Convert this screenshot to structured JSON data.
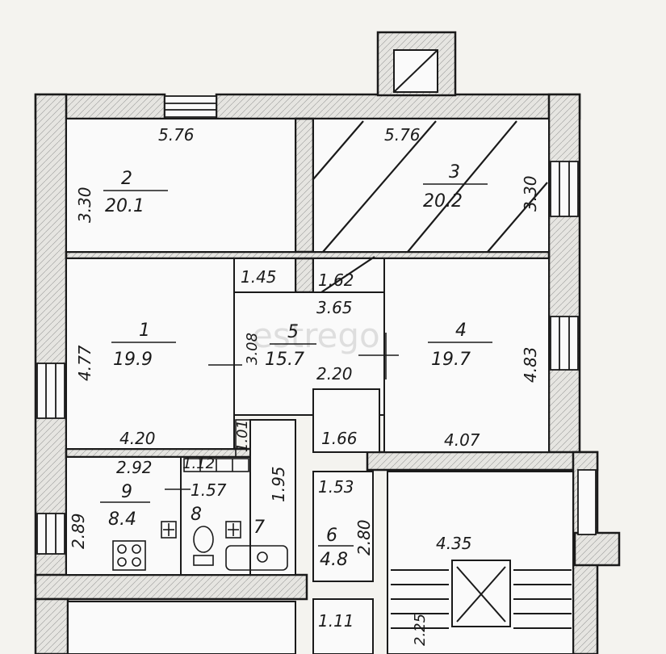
{
  "watermark": "estrego",
  "rooms": [
    {
      "id": "room-1",
      "number": "1",
      "area": "19.9",
      "dims": [
        "4.77",
        "4.20"
      ]
    },
    {
      "id": "room-2",
      "number": "2",
      "area": "20.1",
      "dims": [
        "5.76",
        "3.30"
      ]
    },
    {
      "id": "room-3",
      "number": "3",
      "area": "20.2",
      "dims": [
        "5.76",
        "3.30"
      ]
    },
    {
      "id": "room-4",
      "number": "4",
      "area": "19.7",
      "dims": [
        "4.83",
        "4.07"
      ]
    },
    {
      "id": "room-5",
      "number": "5",
      "area": "15.7",
      "dims": [
        "3.65",
        "3.08",
        "2.20"
      ]
    },
    {
      "id": "room-6",
      "number": "6",
      "area": "4.8",
      "dims": [
        "1.53",
        "2.80"
      ]
    },
    {
      "id": "room-7",
      "number": "7",
      "area": "",
      "dims": [
        "1.95"
      ]
    },
    {
      "id": "room-8",
      "number": "8",
      "area": "",
      "dims": [
        "1.57"
      ]
    },
    {
      "id": "room-9",
      "number": "9",
      "area": "8.4",
      "dims": [
        "2.92",
        "2.89"
      ]
    }
  ],
  "extra_dims": {
    "closet_a": "1.45",
    "closet_b": "1.62",
    "corridor": "1.66",
    "small_room": "1.12",
    "tiny": "1.01",
    "vestibule": "1.11",
    "stair": "4.35",
    "stair_small": "2.25"
  }
}
